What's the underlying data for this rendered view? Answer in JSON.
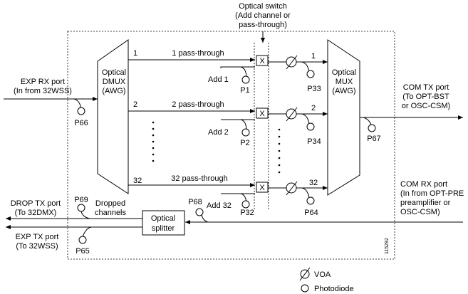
{
  "labels": {
    "optical_switch": [
      "Optical switch",
      "(Add channel or",
      "pass-through)"
    ],
    "exp_rx": [
      "EXP RX port",
      "(In from 32WSS)"
    ],
    "dmux": [
      "Optical",
      "DMUX",
      "(AWG)"
    ],
    "mux": [
      "Optical",
      "MUX",
      "(AWG)"
    ],
    "com_tx": [
      "COM TX port",
      "(To OPT-BST",
      "or OSC-CSM)"
    ],
    "com_rx": [
      "COM RX port",
      "(In from OPT-PRE",
      "preamplifier or",
      "OSC-CSM)"
    ],
    "drop_tx": [
      "DROP TX port",
      "(To 32DMX)"
    ],
    "exp_tx": [
      "EXP TX port",
      "(To 32WSS)"
    ],
    "dropped": [
      "Dropped",
      "channels"
    ],
    "splitter": [
      "Optical",
      "splitter"
    ],
    "figure_id": "115292",
    "legend_voa": "VOA",
    "legend_pd": "Photodiode"
  },
  "channels": [
    {
      "num": "1",
      "pass": "1 pass-through",
      "add": "Add 1",
      "pd_add": "P1",
      "pd_out": "P33",
      "out": "1"
    },
    {
      "num": "2",
      "pass": "2 pass-through",
      "add": "Add 2",
      "pd_add": "P2",
      "pd_out": "P34",
      "out": "2"
    },
    {
      "num": "32",
      "pass": "32 pass-through",
      "add": "Add 32",
      "pd_add": "P32",
      "pd_out": "P64",
      "out": "32"
    }
  ],
  "photodiodes": {
    "p66": "P66",
    "p67": "P67",
    "p68": "P68",
    "p69": "P69",
    "p65": "P65"
  },
  "switch_symbol": "X"
}
